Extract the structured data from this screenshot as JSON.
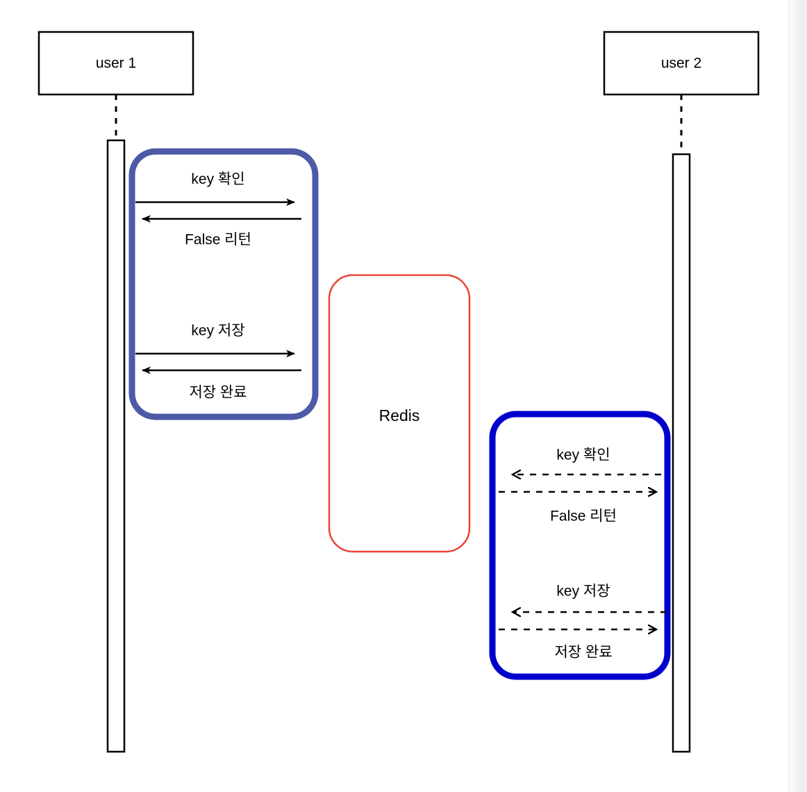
{
  "diagram": {
    "type": "sequence-diagram",
    "background_color": "#ffffff",
    "actors": [
      {
        "id": "user1",
        "label": "user 1"
      },
      {
        "id": "user2",
        "label": "user 2"
      }
    ],
    "nodes": [
      {
        "id": "redis",
        "label": "Redis",
        "border_color": "#ea4335"
      }
    ],
    "groups": [
      {
        "id": "group-user1",
        "border_color": "#4c5aa8",
        "arrow_style": "solid",
        "messages": [
          {
            "label": "key 확인",
            "direction": "right",
            "label_position": "above"
          },
          {
            "label": "False 리턴",
            "direction": "left",
            "label_position": "below"
          },
          {
            "label": "key 저장",
            "direction": "right",
            "label_position": "above"
          },
          {
            "label": "저장 완료",
            "direction": "left",
            "label_position": "below"
          }
        ]
      },
      {
        "id": "group-user2",
        "border_color": "#0000cc",
        "arrow_style": "dashed",
        "messages": [
          {
            "label": "key 확인",
            "direction": "left",
            "label_position": "above"
          },
          {
            "label": "False 리턴",
            "direction": "right",
            "label_position": "below"
          },
          {
            "label": "key 저장",
            "direction": "left",
            "label_position": "above"
          },
          {
            "label": "저장 완료",
            "direction": "right",
            "label_position": "below"
          }
        ]
      }
    ],
    "labels": {
      "user1_title": "user 1",
      "user2_title": "user 2",
      "redis_title": "Redis",
      "g1_msg1": "key 확인",
      "g1_msg2": "False 리턴",
      "g1_msg3": "key 저장",
      "g1_msg4": "저장 완료",
      "g2_msg1": "key 확인",
      "g2_msg2": "False 리턴",
      "g2_msg3": "key 저장",
      "g2_msg4": "저장 완료"
    }
  }
}
